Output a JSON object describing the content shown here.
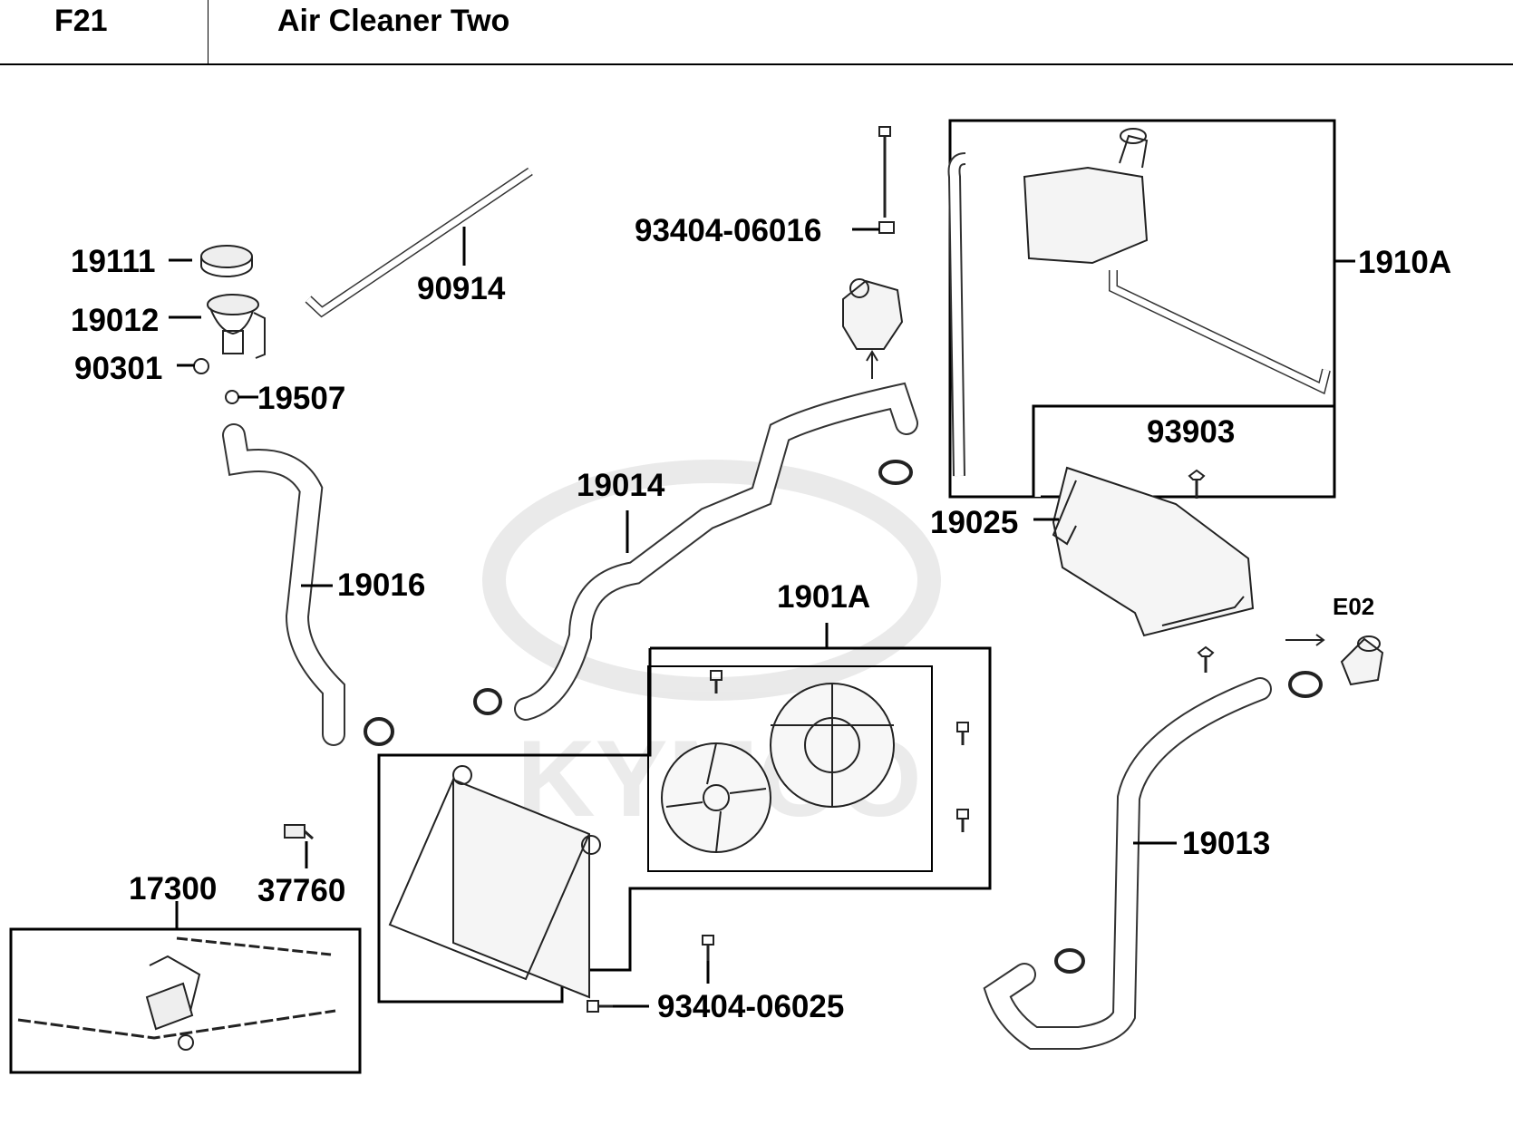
{
  "header": {
    "code": "F21",
    "title": "Air Cleaner Two"
  },
  "watermark": {
    "brand": "KYMCO"
  },
  "parts": {
    "p19111": "19111",
    "p19012": "19012",
    "p90301": "90301",
    "p19507": "19507",
    "p90914": "90914",
    "p93404_06016": "93404-06016",
    "p1910A": "1910A",
    "p93903": "93903",
    "p19025": "19025",
    "p19014": "19014",
    "p19016": "19016",
    "p1901A": "1901A",
    "pE02": "E02",
    "p19013": "19013",
    "p17300": "17300",
    "p37760": "37760",
    "p93404_06025": "93404-06025"
  }
}
